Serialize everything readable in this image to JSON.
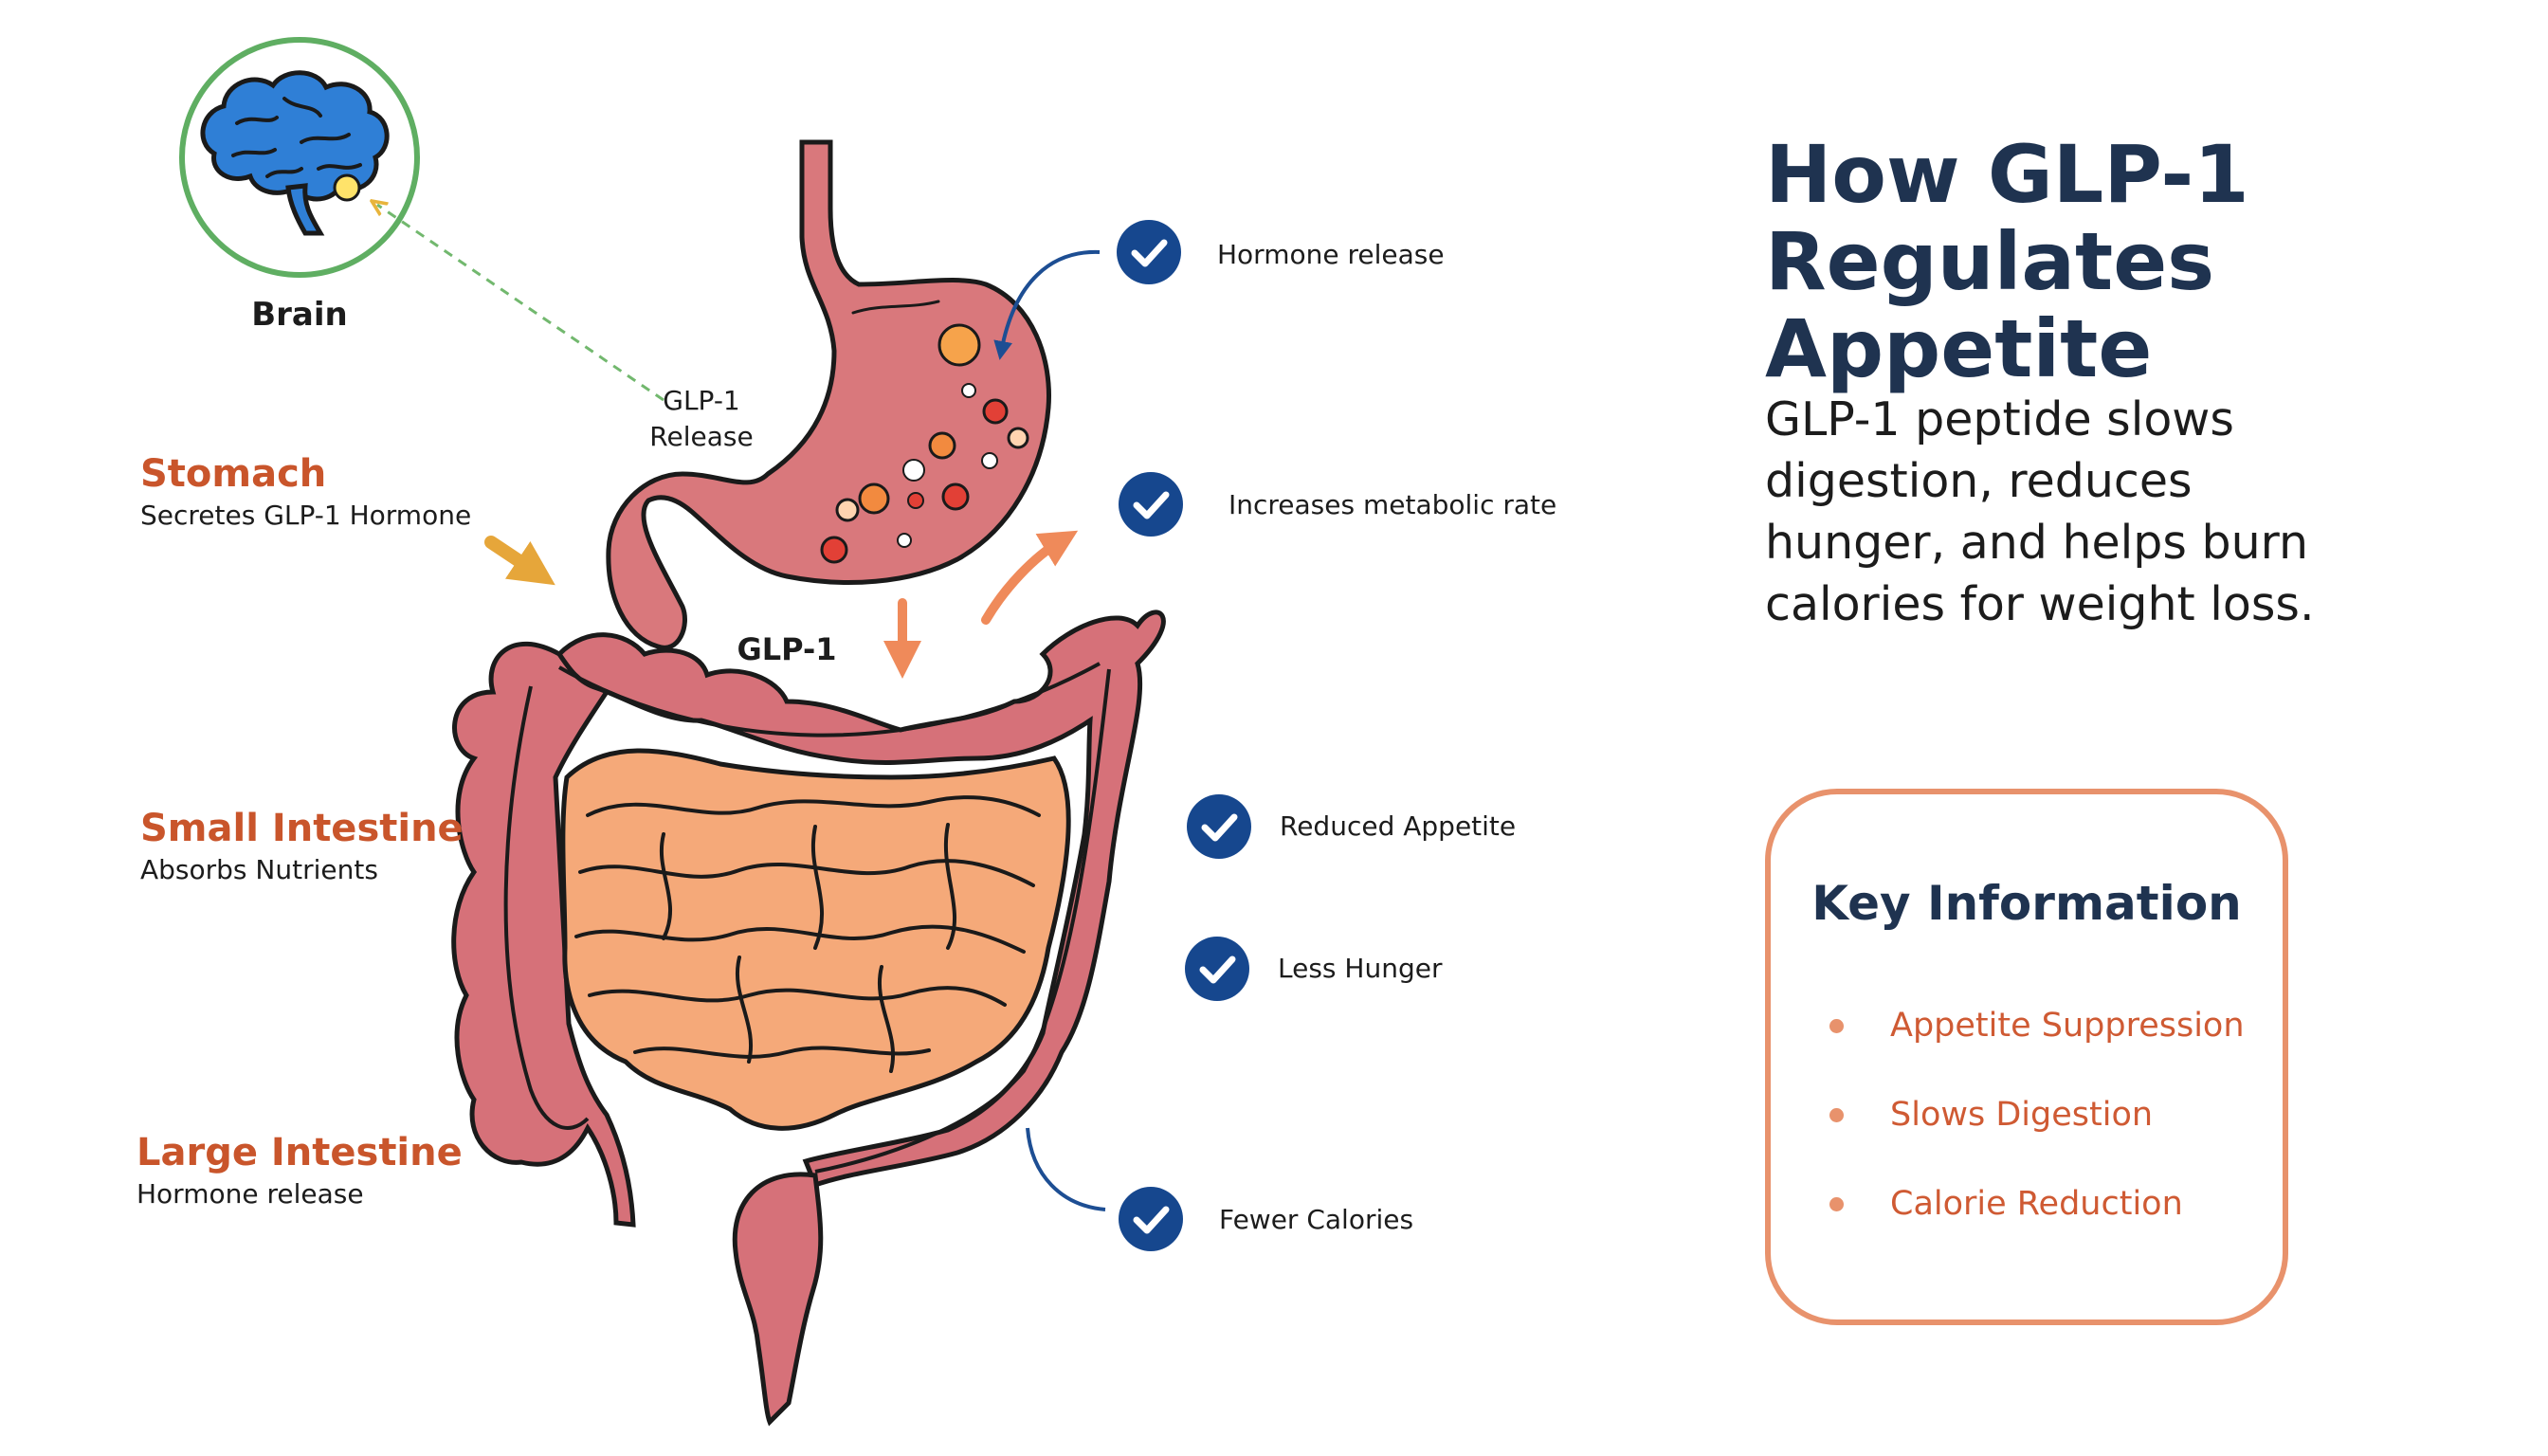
{
  "title": {
    "line1": "How GLP-1",
    "line2": "Regulates Appetite"
  },
  "description": "GLP-1 peptide slows digestion, reduces hunger, and helps burn calories for weight loss.",
  "brain_label": "Brain",
  "glp1_release_label": {
    "line1": "GLP-1",
    "line2": "Release"
  },
  "glp1_label": "GLP-1",
  "organs": {
    "stomach": {
      "heading": "Stomach",
      "sub": "Secretes GLP-1 Hormone"
    },
    "small_intestine": {
      "heading": "Small Intestine",
      "sub": "Absorbs Nutrients"
    },
    "large_intestine": {
      "heading": "Large Intestine",
      "sub": "Hormone release"
    }
  },
  "effects": [
    "Hormone release",
    "Increases metabolic rate",
    "Reduced Appetite",
    "Less Hunger",
    "Fewer Calories"
  ],
  "key_info": {
    "title": "Key Information",
    "items": [
      "Appetite Suppression",
      "Slows Digestion",
      "Calorie Reduction"
    ]
  },
  "colors": {
    "title_navy": "#1f3350",
    "accent_orange": "#c9552b",
    "key_box_border": "#e8926c",
    "check_blue": "#16478e",
    "brain_blue": "#2f7fd6",
    "brain_ring": "#5fae62",
    "stomach_pink": "#d9787c",
    "colon_pink": "#d67179",
    "small_intestine_peach": "#f5a979",
    "arrow_orange": "#ef8a5a",
    "stomach_arrow_gold": "#e6a63a"
  },
  "icons": {
    "brain": "brain-icon",
    "check": "check-icon"
  }
}
